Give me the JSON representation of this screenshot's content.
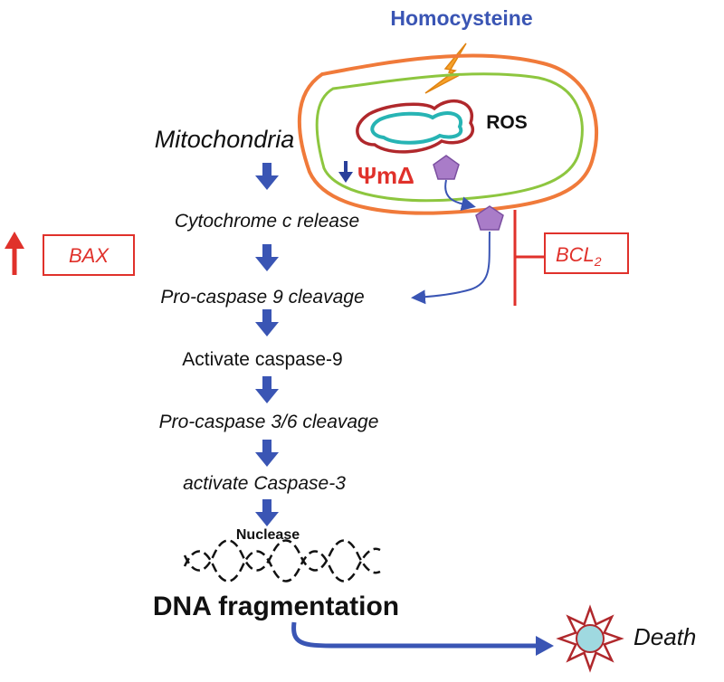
{
  "stimulus": {
    "label": "Homocysteine",
    "color": "#3a55b4"
  },
  "mitochondrion": {
    "label": "Mitochondria",
    "ros_label": "ROS",
    "potential_label": "ΨmΔ",
    "potential_change": "decrease"
  },
  "pathway": {
    "steps": [
      "Cytochrome c release",
      "Pro-caspase 9 cleavage",
      "Activate caspase-9",
      "Pro-caspase 3/6 cleavage",
      "activate Caspase-3"
    ],
    "nuclease_label": "Nuclease",
    "fragmentation_label": "DNA fragmentation",
    "outcome_label": "Death"
  },
  "regulators": {
    "bax": {
      "label": "BAX",
      "effect": "increase"
    },
    "bcl2": {
      "label": "BCL",
      "subscript": "2",
      "effect": "inhibit"
    }
  },
  "colors": {
    "arrow": "#3a55b4",
    "regulator": "#e0312b",
    "outer_membrane": "#f07a3a",
    "inner_membrane": "#8dc63f",
    "cristae_outer": "#b0282c",
    "cristae_inner": "#27b4b4",
    "cyt_c": "#a97cc8",
    "lightning": "#f6a22b",
    "death_core": "#9fd9e0",
    "death_spikes": "#b0282c"
  }
}
